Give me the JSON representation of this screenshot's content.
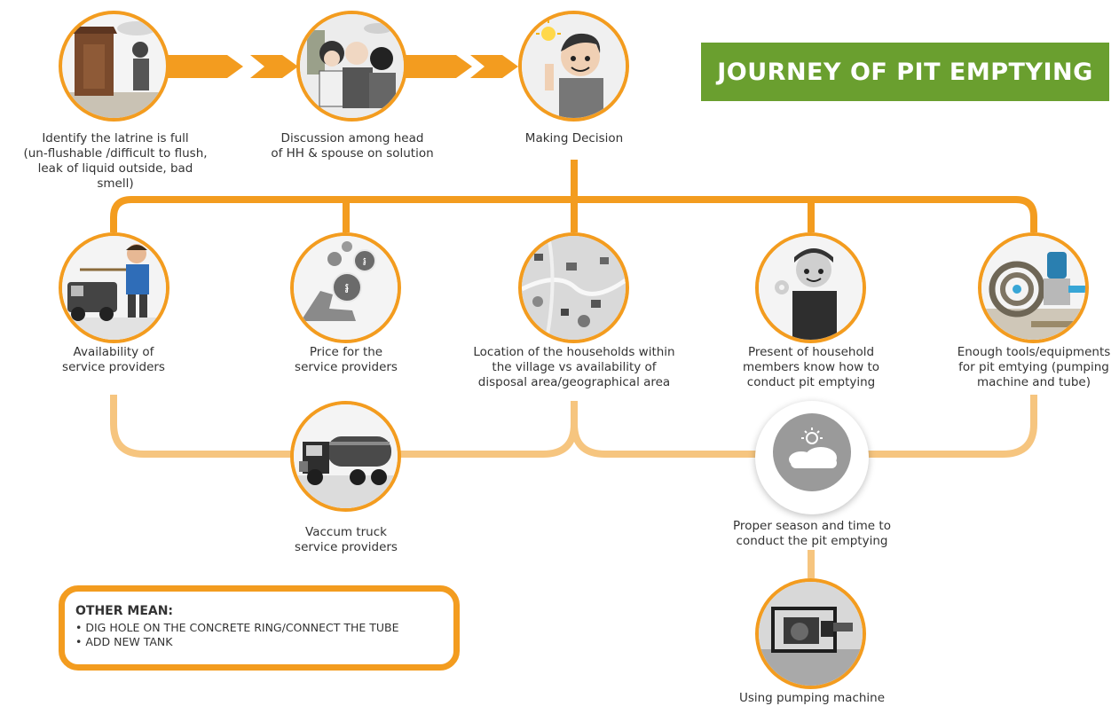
{
  "title": "JOURNEY OF PIT EMPTYING",
  "colors": {
    "accent": "#f39c1f",
    "accent_light": "#f6c57f",
    "banner": "#6a9f2f"
  },
  "steps": [
    {
      "icon": "outdoor-latrine-icon",
      "label": "Identify the latrine is full\n(un-flushable /difficult to flush,\nleak of liquid outside, bad smell)"
    },
    {
      "icon": "family-discussion-icon",
      "label": "Discussion among head\nof HH & spouse on solution"
    },
    {
      "icon": "idea-person-icon",
      "label": "Making Decision"
    }
  ],
  "factors": [
    {
      "icon": "service-provider-icon",
      "label": "Availability of\nservice providers"
    },
    {
      "icon": "coins-hand-icon",
      "label": "Price for the\nservice providers"
    },
    {
      "icon": "village-map-icon",
      "label": "Location of the households within\nthe village vs availability of\ndisposal area/geographical area"
    },
    {
      "icon": "worker-ok-icon",
      "label": "Present of household\nmembers know how to\nconduct pit emptying"
    },
    {
      "icon": "pump-hose-icon",
      "label": "Enough tools/equipments\nfor pit emtying (pumping\nmachine and tube)"
    }
  ],
  "outcomes": [
    {
      "icon": "vacuum-truck-icon",
      "label": "Vaccum truck\nservice providers"
    },
    {
      "icon": "weather-icon",
      "label": "Proper season and time to\nconduct the pit emptying"
    },
    {
      "icon": "pumping-machine-icon",
      "label": "Using pumping machine"
    }
  ],
  "other_means": {
    "heading": "OTHER MEAN:",
    "items": [
      "• DIG HOLE ON THE CONCRETE RING/CONNECT THE TUBE",
      "• ADD NEW TANK"
    ]
  }
}
